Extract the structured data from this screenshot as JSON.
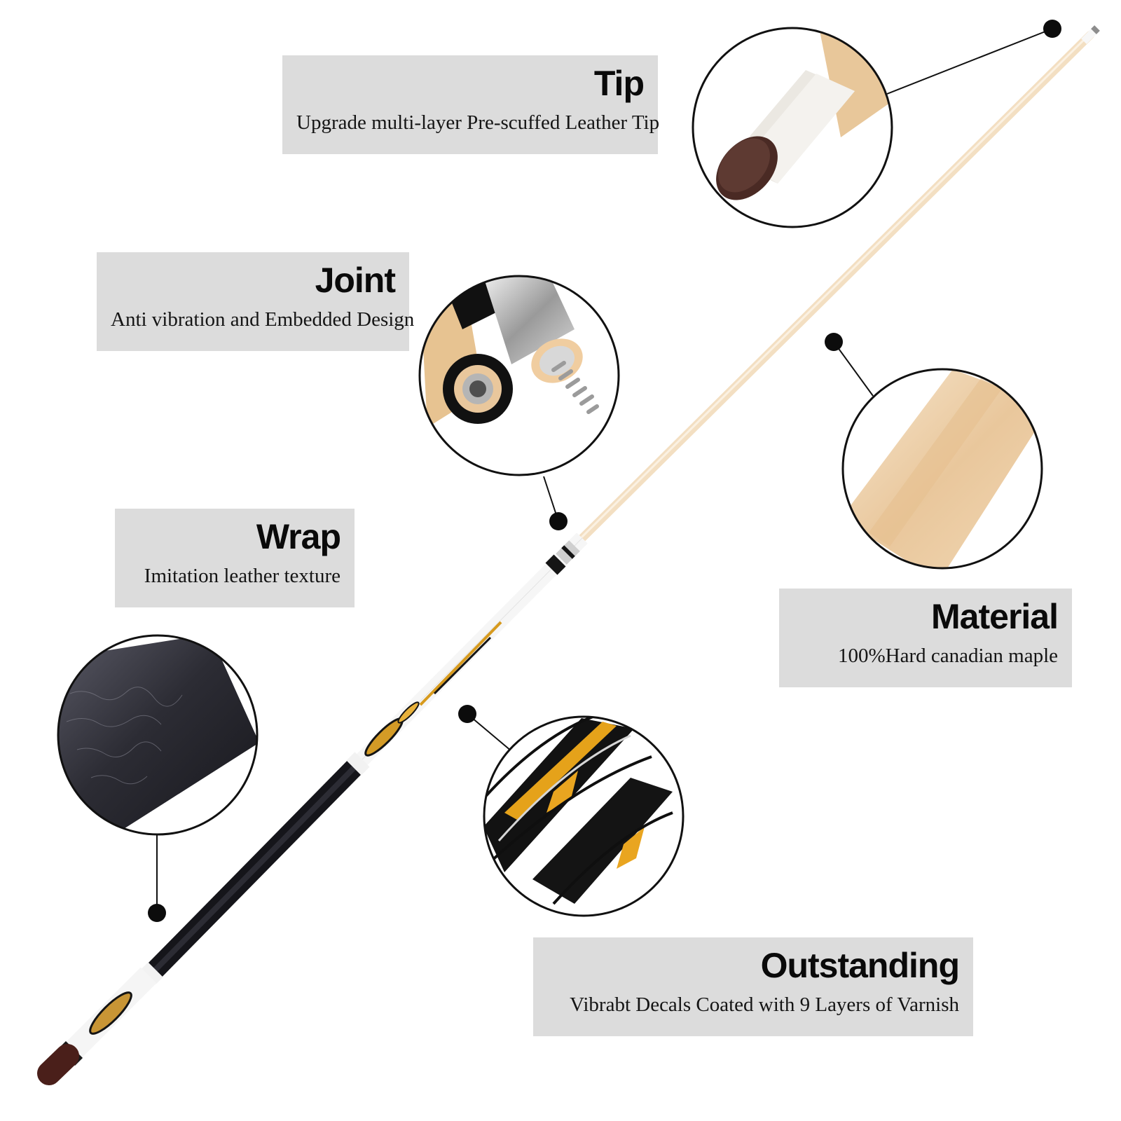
{
  "features": {
    "tip": {
      "title": "Tip",
      "description": "Upgrade multi-layer Pre-scuffed Leather Tip",
      "detail_icon": "cue-tip-closeup-icon"
    },
    "joint": {
      "title": "Joint",
      "description": "Anti vibration and Embedded Design",
      "detail_icon": "cue-joint-closeup-icon"
    },
    "wrap": {
      "title": "Wrap",
      "description": "Imitation leather texture",
      "detail_icon": "cue-wrap-closeup-icon"
    },
    "material": {
      "title": "Material",
      "description": "100%Hard canadian maple",
      "detail_icon": "maple-wood-closeup-icon"
    },
    "outstanding": {
      "title": "Outstanding",
      "description": "Vibrabt Decals Coated with 9 Layers of Varnish",
      "detail_icon": "decal-closeup-icon"
    }
  },
  "colors": {
    "label_background": "#dcdcdc",
    "maple_shaft": "#f3dfc2",
    "butt_black": "#15151a",
    "decal_gold": "#e5a21a",
    "leader_line": "#111111"
  }
}
